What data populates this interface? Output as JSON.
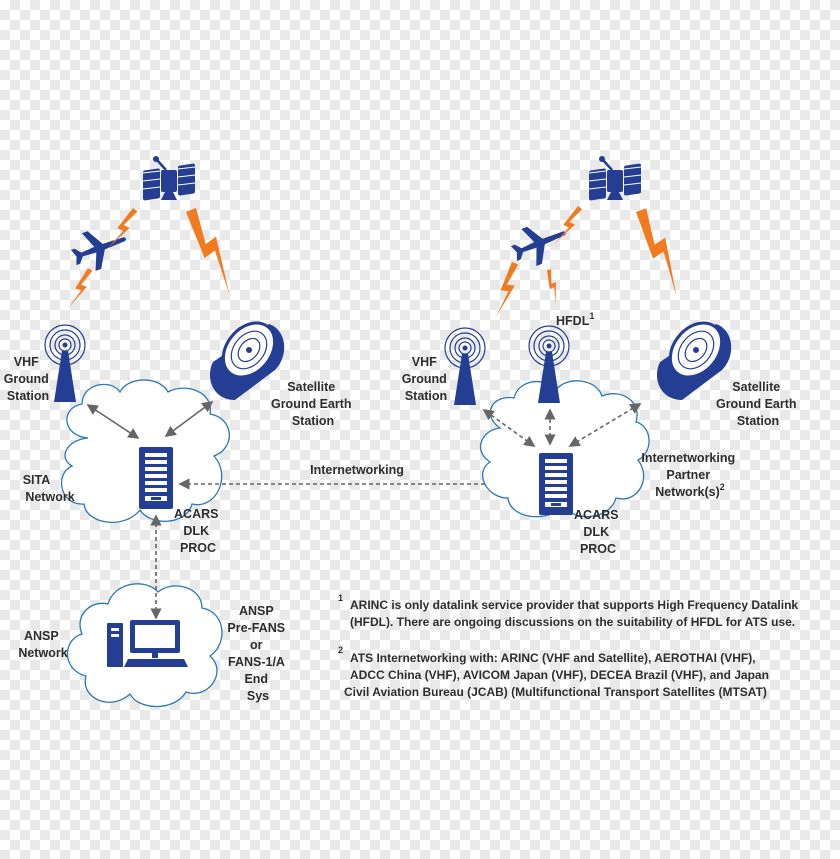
{
  "left": {
    "vhf_station": [
      "VHF",
      "Ground",
      "Station"
    ],
    "satellite_station": [
      "Satellite",
      "Ground Earth",
      "Station"
    ],
    "network": [
      "SITA",
      "Network"
    ],
    "proc": [
      "ACARS",
      "DLK",
      "PROC"
    ],
    "ansp_network": [
      "ANSP",
      "Network"
    ],
    "ansp_end_sys": [
      "ANSP",
      "Pre-FANS",
      "or",
      "FANS-1/A",
      "End",
      "Sys"
    ]
  },
  "right": {
    "vhf_station": [
      "VHF",
      "Ground",
      "Station"
    ],
    "hfdl": "HFDL",
    "hfdl_sup": "1",
    "satellite_station": [
      "Satellite",
      "Ground Earth",
      "Station"
    ],
    "partner_network": [
      "Internetworking",
      "Partner",
      "Network(s)"
    ],
    "partner_sup": "2",
    "proc": [
      "ACARS",
      "DLK",
      "PROC"
    ]
  },
  "internetworking_label": "Internetworking",
  "footnotes": [
    {
      "mark": "1",
      "lines": [
        "ARINC is only datalink service provider that supports High Frequency Datalink",
        "(HFDL).  There are ongoing discussions on the suitability of HFDL for ATS use."
      ]
    },
    {
      "mark": "2",
      "lines": [
        "ATS Internetworking with: ARINC (VHF and Satellite), AEROTHAI (VHF),",
        "ADCC China (VHF), AVICOM Japan (VHF), DECEA Brazil (VHF), and Japan",
        "Civil Aviation Bureau (JCAB) (Multifunctional Transport Satellites (MTSAT)"
      ]
    }
  ],
  "colors": {
    "navy": "#233e93",
    "lightning": "#f47a20",
    "cloud_outline": "#2a78b8",
    "arrow": "#666666"
  },
  "icons": [
    "satellite-icon",
    "airplane-icon",
    "lightning-icon",
    "vhf-tower-icon",
    "satellite-dish-icon",
    "server-icon",
    "computer-icon",
    "cloud"
  ]
}
